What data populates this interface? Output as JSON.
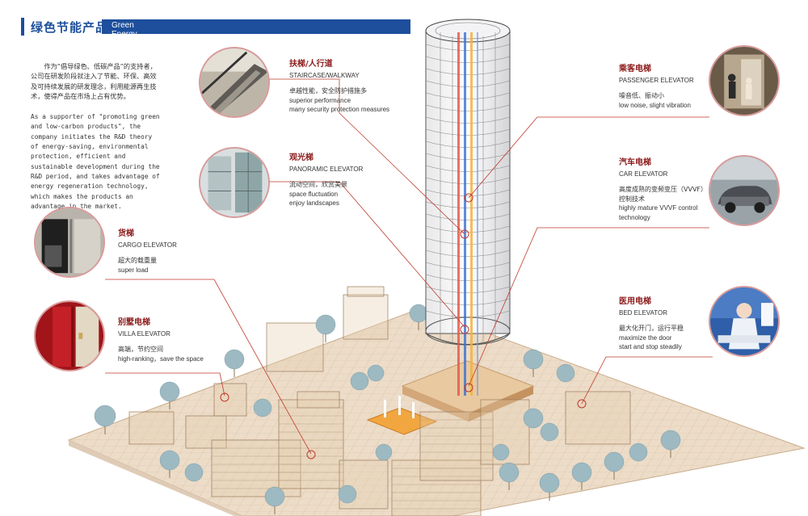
{
  "header": {
    "title_cn": "绿色节能产品",
    "title_en": "Green Energy Saving Products"
  },
  "intro": {
    "zh": "作为“倡导绿色、低碳产品”的支持者，公司在研发阶段就注入了节能、环保、高效及可持续发展的研发理念，利用能源再生技术，使得产品在市场上占有优势。",
    "en": "As a supporter of \"promoting green and low-carbon products\", the company initiates the R&D theory of energy-saving, environmental protection, efficient and sustainable development during the R&D period, and takes advantage of energy regeneration technology, which makes the products an advantage in the market."
  },
  "products": {
    "staircase": {
      "title_cn": "扶梯/人行道",
      "title_en": "STAIRCASE/WALKWAY",
      "line1": "卓越性能，安全防护措施多",
      "line2": "superior performance",
      "line3": "many security protection measures"
    },
    "panoramic": {
      "title_cn": "观光梯",
      "title_en": "PANORAMIC ELEVATOR",
      "line1": "流动空间，欣赏美景",
      "line2": "space fluctuation",
      "line3": "enjoy landscapes"
    },
    "cargo": {
      "title_cn": "货梯",
      "title_en": "CARGO ELEVATOR",
      "line1": "超大的载重量",
      "line2": "super load"
    },
    "villa": {
      "title_cn": "别墅电梯",
      "title_en": "VILLA ELEVATOR",
      "line1": "高端，节约空间",
      "line2": "high-ranking，save the space"
    },
    "passenger": {
      "title_cn": "乘客电梯",
      "title_en": "PASSENGER ELEVATOR",
      "line1": "噪音低、振动小",
      "line2": "low noise, slight vibration"
    },
    "car": {
      "title_cn": "汽车电梯",
      "title_en": "CAR ELEVATOR",
      "line1": "高度成熟的变频变压（VVVF）",
      "line2": "控制技术",
      "line3": "highly mature VVVF control",
      "line4": "technology"
    },
    "bed": {
      "title_cn": "医用电梯",
      "title_en": "BED ELEVATOR",
      "line1": "最大化开门，运行平稳",
      "line2": "maximize the door",
      "line3": "start and stop steadily"
    }
  },
  "colors": {
    "brand_blue": "#1d4f9c",
    "title_red": "#8b1a1a",
    "leader_line": "#c0392b",
    "ground": "#e8d4bd"
  }
}
